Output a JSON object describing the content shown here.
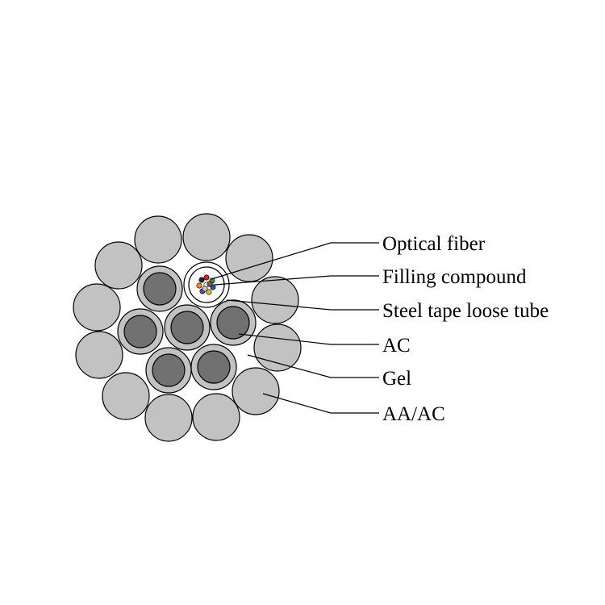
{
  "diagram": {
    "labels": {
      "optical_fiber": "Optical fiber",
      "filling_compound": "Filling compound",
      "steel_tape_loose_tube": "Steel tape loose tube",
      "ac": "AC",
      "gel": "Gel",
      "aa_ac": "AA/AC"
    },
    "colors": {
      "outer_wire": "#c2c2c3",
      "ac_cladding": "#c2c2c3",
      "ac_core": "#717171",
      "tube_fill": "#ffffff",
      "outline": "#000000",
      "fiber_colors": [
        "#e11f26",
        "#1f9d3a",
        "#2255cc",
        "#d8c21c",
        "#7a3fb0",
        "#ff8c1a",
        "#222222",
        "#ffffff",
        "#c8c8c8",
        "#8b5a2b"
      ]
    }
  }
}
